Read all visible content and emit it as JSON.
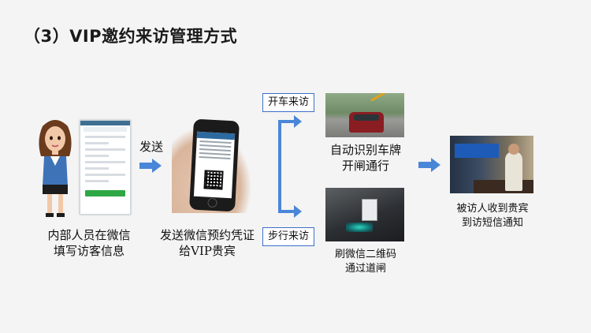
{
  "title": "（3）VIP邀约来访管理方式",
  "steps": {
    "fill": {
      "line1": "内部人员在微信",
      "line2": "填写访客信息"
    },
    "send_arrow_label": "发送",
    "send": {
      "line1": "发送微信预约凭证",
      "line2": "给VIP贵宾"
    },
    "drive_label": "开车来访",
    "walk_label": "步行来访",
    "plate": {
      "line1": "自动识别车牌",
      "line2": "开闸通行"
    },
    "qr": {
      "line1": "刷微信二维码",
      "line2": "通过道闸"
    },
    "notify": {
      "line1": "被访人收到贵宾",
      "line2": "到访短信通知"
    }
  },
  "colors": {
    "arrow": "#4a86d8",
    "label_border": "#3c6fc8",
    "background": "#f4f4f4"
  }
}
